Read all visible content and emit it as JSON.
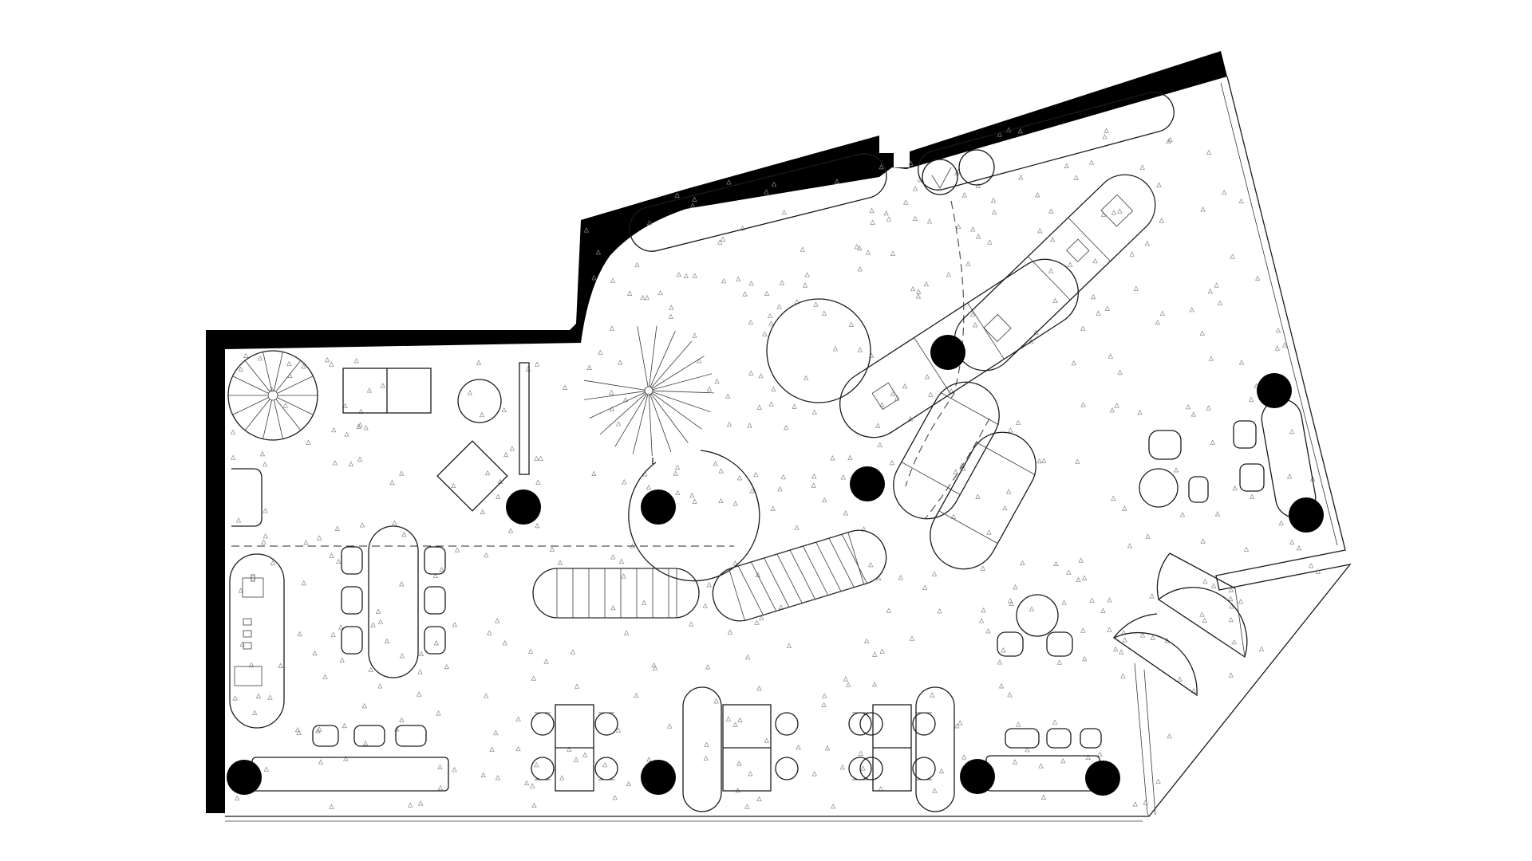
{
  "diagram": {
    "type": "architectural floor plan",
    "labels": [],
    "elements": {
      "columns": 10,
      "spiral_staircases": 2,
      "straight_stairs": 2,
      "pivot_doors": 2,
      "dining_tables": 4,
      "lounge_islands": 3
    },
    "colors": {
      "wall": "#000000",
      "line": "#1a1a1a",
      "floor_texture": "#8a8a8a",
      "background": "#ffffff"
    }
  }
}
